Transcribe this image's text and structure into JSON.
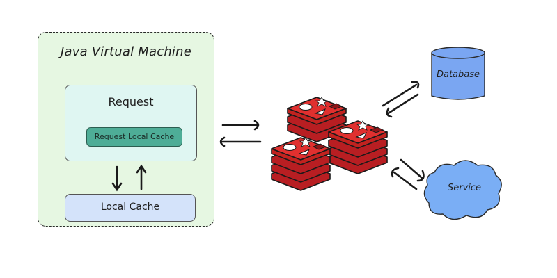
{
  "jvm": {
    "title": "Java Virtual Machine",
    "request": {
      "title": "Request",
      "request_local_cache": "Request Local Cache"
    },
    "local_cache": "Local Cache"
  },
  "redis_cluster": {
    "nodes": 3
  },
  "database": {
    "label": "Database",
    "color": "#7aa6f2"
  },
  "service": {
    "label": "Service",
    "color": "#7aaef5"
  },
  "colors": {
    "jvm_bg": "#e6f7e2",
    "request_bg": "#dff6f2",
    "request_local_cache_bg": "#4ead97",
    "local_cache_bg": "#d4e3fa",
    "redis_red": "#d9262b"
  }
}
